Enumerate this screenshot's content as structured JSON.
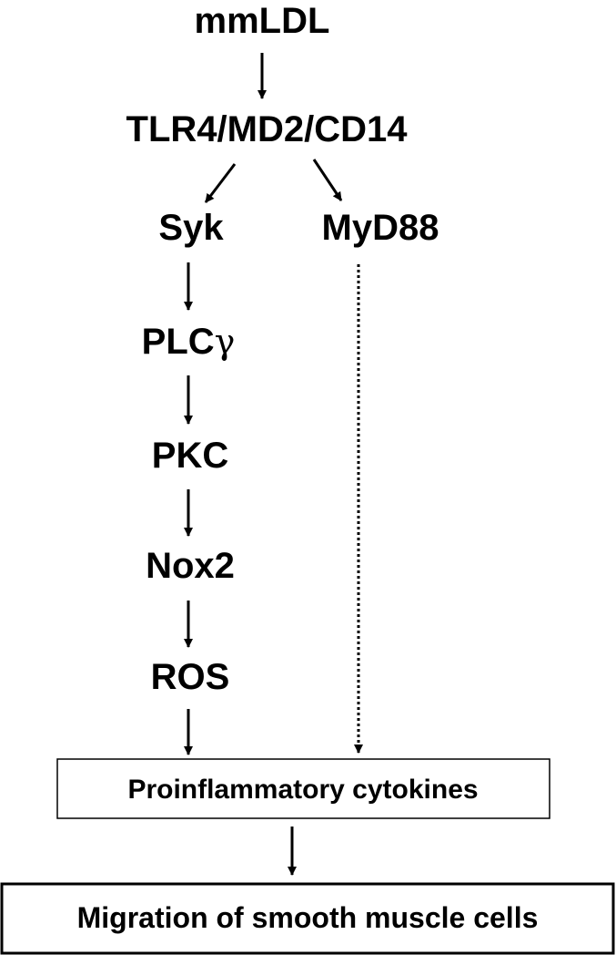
{
  "diagram": {
    "nodes": {
      "mmldl": "mmLDL",
      "receptor": "TLR4/MD2/CD14",
      "syk": "Syk",
      "myd88": "MyD88",
      "plc": "PLC",
      "plc_greek": "γ",
      "pkc": "PKC",
      "nox2": "Nox2",
      "ros": "ROS",
      "cytokines": "Proinflammatory cytokines",
      "migration": "Migration of smooth muscle cells"
    },
    "edges": [
      {
        "from": "mmldl",
        "to": "receptor",
        "style": "solid"
      },
      {
        "from": "receptor",
        "to": "syk",
        "style": "solid"
      },
      {
        "from": "receptor",
        "to": "myd88",
        "style": "solid"
      },
      {
        "from": "syk",
        "to": "plc",
        "style": "solid"
      },
      {
        "from": "plc",
        "to": "pkc",
        "style": "solid"
      },
      {
        "from": "pkc",
        "to": "nox2",
        "style": "solid"
      },
      {
        "from": "nox2",
        "to": "ros",
        "style": "solid"
      },
      {
        "from": "ros",
        "to": "cytokines",
        "style": "solid"
      },
      {
        "from": "myd88",
        "to": "cytokines",
        "style": "dotted"
      },
      {
        "from": "cytokines",
        "to": "migration",
        "style": "solid"
      }
    ],
    "colors": {
      "ink": "#000000",
      "background": "#ffffff"
    }
  }
}
